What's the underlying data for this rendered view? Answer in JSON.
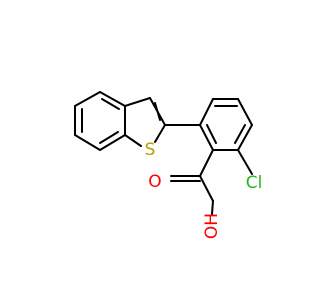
{
  "molecule": {
    "atoms": {
      "sulfur": {
        "label": "S",
        "color": "#b8a000"
      },
      "carbonyl_oxygen": {
        "label": "O",
        "color": "#ff0000"
      },
      "hydroxyl": {
        "label": "OH",
        "color": "#ff0000"
      },
      "chlorine": {
        "label": "Cl",
        "color": "#22b822"
      }
    }
  }
}
